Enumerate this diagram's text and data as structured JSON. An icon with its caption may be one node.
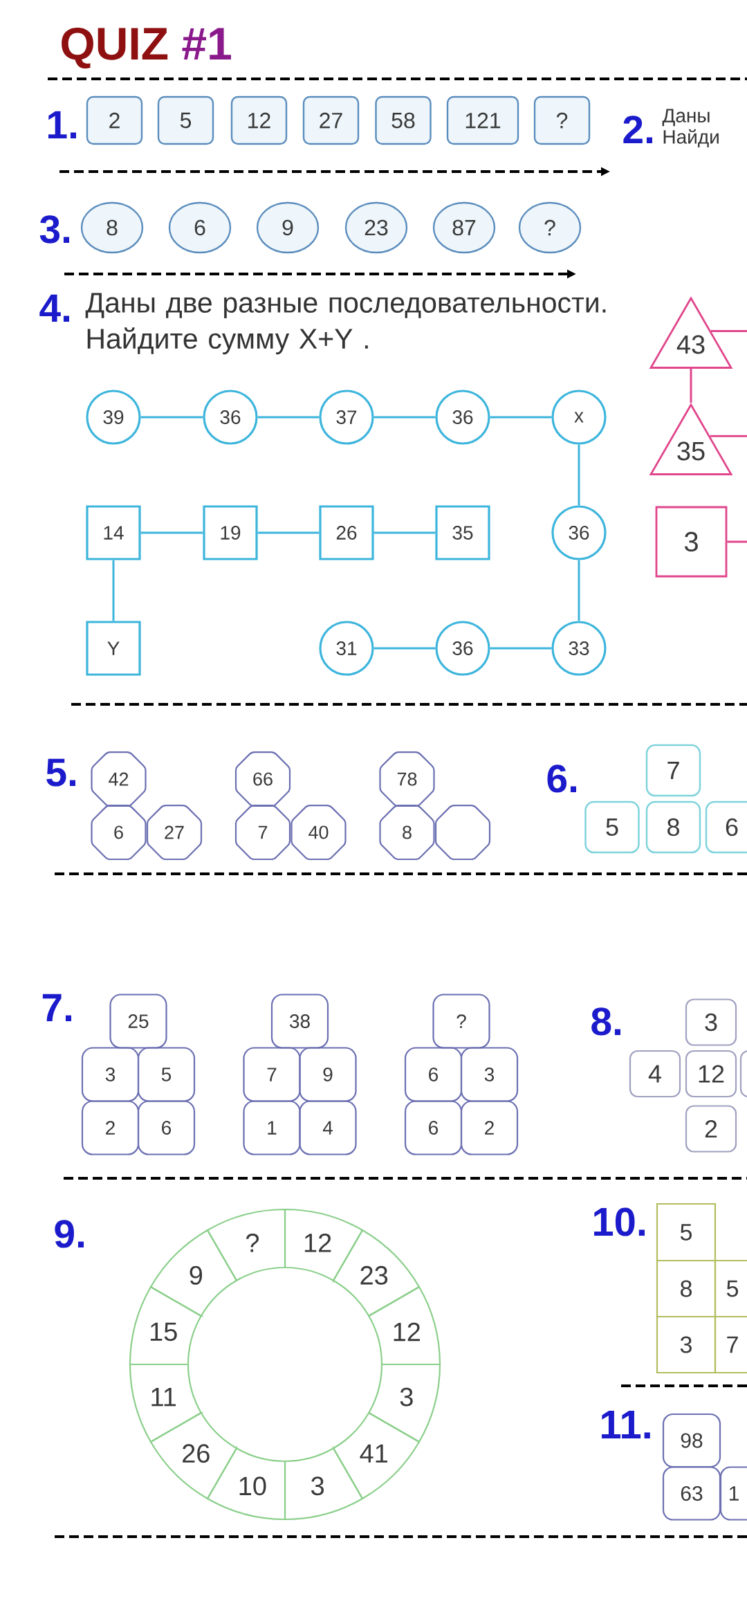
{
  "diagram": {
    "title": "QUIZ #1",
    "nodes": [
      {
        "text": [
          "2"
        ]
      },
      {
        "text": [
          "5"
        ]
      },
      {
        "text": [
          "12"
        ]
      },
      {
        "text": [
          "27"
        ]
      },
      {
        "text": [
          "58"
        ]
      },
      {
        "text": [
          "121"
        ]
      },
      {
        "text": [
          "?"
        ]
      },
      {
        "text": [
          "43"
        ]
      },
      {
        "text": [
          "35"
        ]
      },
      {
        "text": [
          "3"
        ]
      },
      {
        "text": [
          "8"
        ]
      },
      {
        "text": [
          "6"
        ]
      },
      {
        "text": [
          "9"
        ]
      },
      {
        "text": [
          "23"
        ]
      },
      {
        "text": [
          "87"
        ]
      },
      {
        "text": [
          "?"
        ]
      },
      {
        "text": [
          "39"
        ]
      },
      {
        "text": [
          "36"
        ]
      },
      {
        "text": [
          "37"
        ]
      },
      {
        "text": [
          "36"
        ]
      },
      {
        "text": [
          "x"
        ]
      },
      {
        "text": [
          "14"
        ]
      },
      {
        "text": [
          "19"
        ]
      },
      {
        "text": [
          "26"
        ]
      },
      {
        "text": [
          "35"
        ]
      },
      {
        "text": [
          "36"
        ]
      },
      {
        "text": [
          "Y"
        ]
      },
      {
        "text": [
          "31"
        ]
      },
      {
        "text": [
          "36"
        ]
      },
      {
        "text": [
          "33"
        ]
      },
      {
        "text": [
          "42"
        ]
      },
      {
        "text": [
          "6"
        ]
      },
      {
        "text": [
          "27"
        ]
      },
      {
        "text": [
          "66"
        ]
      },
      {
        "text": [
          "7"
        ]
      },
      {
        "text": [
          "40"
        ]
      },
      {
        "text": [
          "78"
        ]
      },
      {
        "text": [
          "8"
        ]
      },
      {
        "text": [],
        "shape": "octagon"
      },
      {
        "text": [
          "7"
        ]
      },
      {
        "text": [
          "5"
        ]
      },
      {
        "text": [
          "8"
        ]
      },
      {
        "text": [
          "6"
        ]
      },
      {
        "text": [
          "25"
        ]
      },
      {
        "text": [
          "3"
        ]
      },
      {
        "text": [
          "5"
        ]
      },
      {
        "text": [
          "2"
        ]
      },
      {
        "text": [
          "6"
        ]
      },
      {
        "text": [
          "38"
        ]
      },
      {
        "text": [
          "7"
        ]
      },
      {
        "text": [
          "9"
        ]
      },
      {
        "text": [
          "1"
        ]
      },
      {
        "text": [
          "4"
        ]
      },
      {
        "text": [
          "?"
        ]
      },
      {
        "text": [
          "6"
        ]
      },
      {
        "text": [
          "3"
        ]
      },
      {
        "text": [
          "6"
        ]
      },
      {
        "text": [
          "2"
        ]
      },
      {
        "text": [
          "3"
        ]
      },
      {
        "text": [
          "4"
        ]
      },
      {
        "text": [
          "12"
        ]
      },
      {
        "text": [],
        "shape": "box"
      },
      {
        "text": [
          "2"
        ]
      },
      {
        "text": [
          "?"
        ]
      },
      {
        "text": [
          "12"
        ]
      },
      {
        "text": [
          "23"
        ]
      },
      {
        "text": [
          "12"
        ]
      },
      {
        "text": [
          "3"
        ]
      },
      {
        "text": [
          "41"
        ]
      },
      {
        "text": [
          "3"
        ]
      },
      {
        "text": [
          "10"
        ]
      },
      {
        "text": [
          "26"
        ]
      },
      {
        "text": [
          "11"
        ]
      },
      {
        "text": [
          "15"
        ]
      },
      {
        "text": [
          "9"
        ]
      },
      {
        "text": [
          "5"
        ]
      },
      {
        "text": [
          "8"
        ]
      },
      {
        "text": [
          "5"
        ]
      },
      {
        "text": [
          "3"
        ]
      },
      {
        "text": [
          "7"
        ]
      },
      {
        "text": [
          "98"
        ]
      },
      {
        "text": [
          "63"
        ]
      },
      {
        "text": [
          "1"
        ]
      }
    ],
    "edges": [
      {
        "from": 7,
        "to": 8,
        "arrow": "none",
        "color": "#e0468c"
      },
      {
        "from": 7,
        "to": null,
        "arrow": "none",
        "color": "#e0468c"
      },
      {
        "from": 8,
        "to": null,
        "arrow": "none",
        "color": "#e0468c"
      },
      {
        "from": 9,
        "to": null,
        "arrow": "none",
        "color": "#e0468c"
      },
      {
        "from": 16,
        "to": 17,
        "arrow": "none"
      },
      {
        "from": 17,
        "to": 18,
        "arrow": "none"
      },
      {
        "from": 18,
        "to": 19,
        "arrow": "none"
      },
      {
        "from": 19,
        "to": 20,
        "arrow": "none"
      },
      {
        "from": 20,
        "to": 25,
        "arrow": "none"
      },
      {
        "from": 25,
        "to": 29,
        "arrow": "none"
      },
      {
        "from": 29,
        "to": 28,
        "arrow": "none"
      },
      {
        "from": 28,
        "to": 27,
        "arrow": "none"
      },
      {
        "from": 21,
        "to": 22,
        "arrow": "none"
      },
      {
        "from": 22,
        "to": 23,
        "arrow": "none"
      },
      {
        "from": 23,
        "to": 24,
        "arrow": "none"
      },
      {
        "from": 21,
        "to": 26,
        "arrow": "none"
      }
    ],
    "labels": [
      "1.",
      "2.",
      "Даны Найди",
      "3.",
      "4.",
      "Даны две разные последовательности. Найдите сумму X+Y .",
      "5.",
      "6.",
      "7.",
      "8.",
      "9.",
      "10.",
      "11."
    ]
  }
}
